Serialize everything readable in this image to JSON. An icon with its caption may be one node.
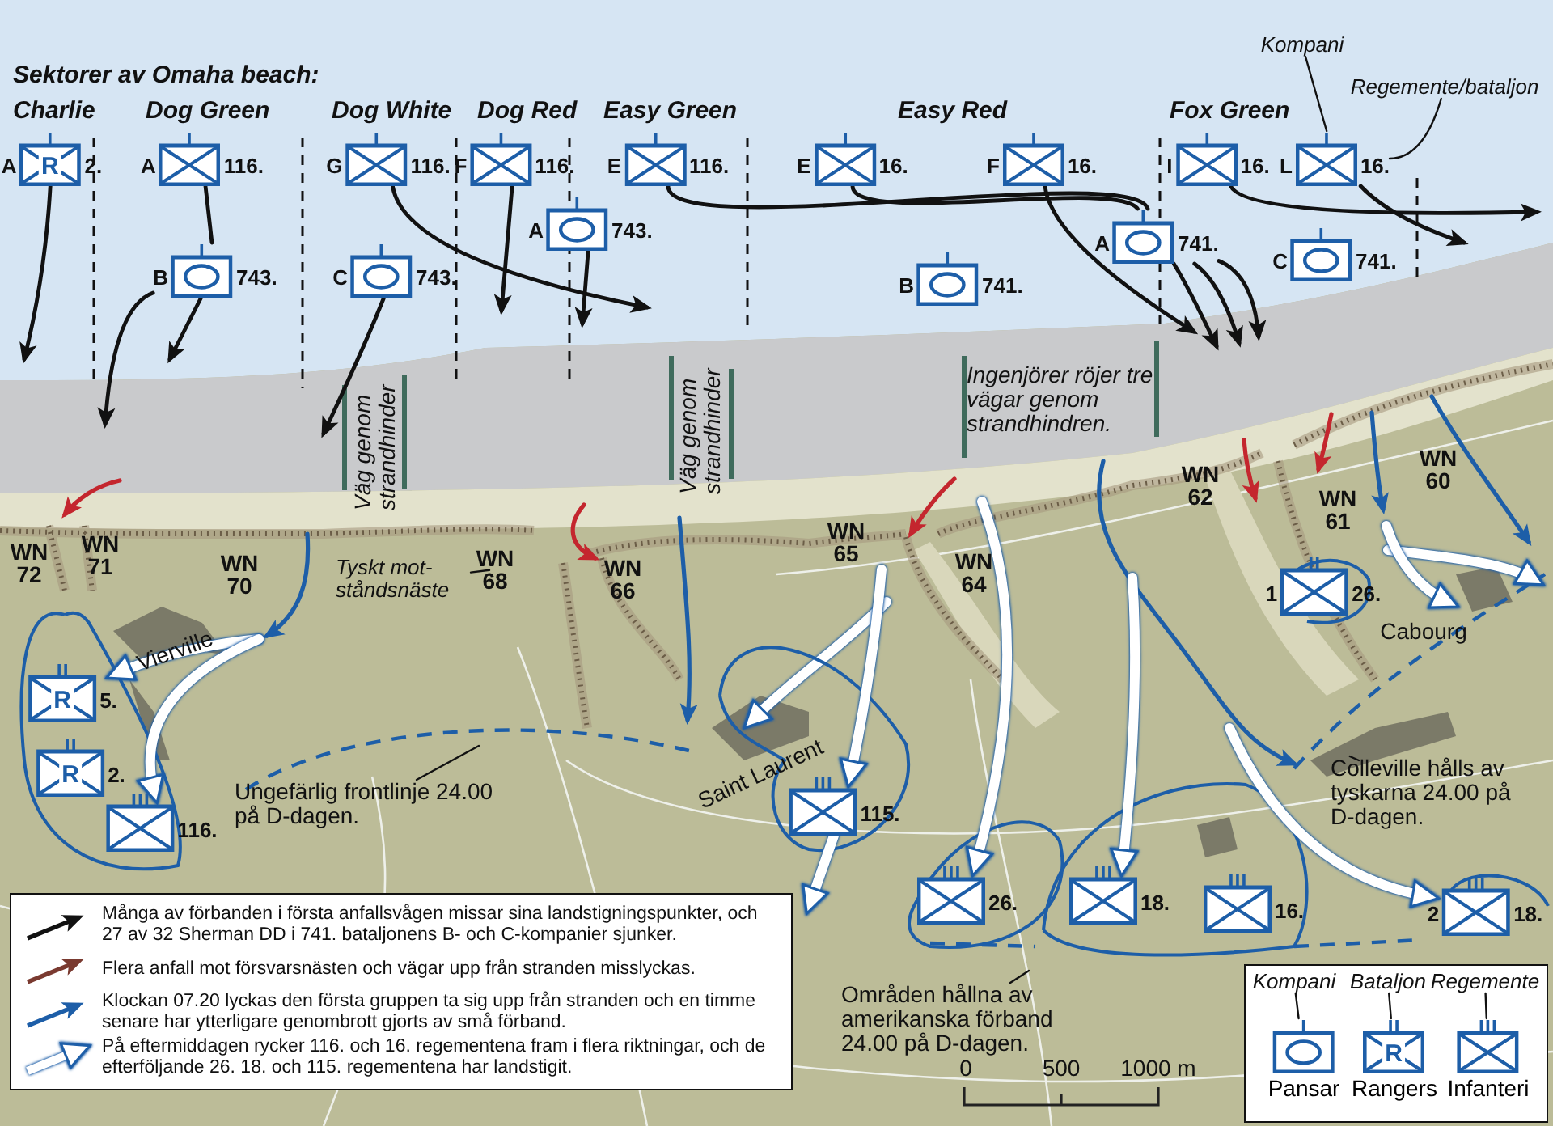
{
  "diagram": {
    "nodes": [
      {
        "text": [
          "A",
          "R",
          "2."
        ]
      },
      {
        "text": [
          "A",
          "116."
        ]
      },
      {
        "text": [
          "B",
          "743."
        ]
      },
      {
        "text": [
          "G",
          "116."
        ]
      },
      {
        "text": [
          "C",
          "743."
        ]
      },
      {
        "text": [
          "F",
          "116."
        ]
      },
      {
        "text": [
          "A",
          "743."
        ]
      },
      {
        "text": [
          "E",
          "116."
        ]
      },
      {
        "text": [
          "E",
          "16."
        ]
      },
      {
        "text": [
          "B",
          "741."
        ]
      },
      {
        "text": [
          "F",
          "16."
        ]
      },
      {
        "text": [
          "A",
          "741."
        ]
      },
      {
        "text": [
          "I",
          "16."
        ]
      },
      {
        "text": [
          "L",
          "16."
        ]
      },
      {
        "text": [
          "C",
          "741."
        ]
      },
      {
        "text": [
          "Kompani"
        ]
      },
      {
        "text": [
          "Regemente/bataljon"
        ]
      },
      {
        "text": [
          "WN 68"
        ]
      },
      {
        "text": [
          "Tyskt mot- ståndsnäste"
        ]
      },
      {
        "text": [
          "R",
          "5."
        ]
      },
      {
        "text": [
          "R",
          "2."
        ]
      },
      {
        "text": [
          "116."
        ]
      },
      {
        "text": [
          "Ungefärlig frontlinje 24.00 på D-dagen."
        ]
      },
      {
        "text": [
          "115."
        ]
      },
      {
        "text": [
          "26."
        ]
      },
      {
        "text": [
          "18."
        ]
      },
      {
        "text": [
          "16."
        ]
      },
      {
        "text": [
          "2",
          "18."
        ]
      },
      {
        "text": [
          "1",
          "26."
        ]
      },
      {
        "text": [
          "Colleville hålls av tyskarna 24.00 på D-dagen."
        ]
      },
      {
        "text": [
          "Områden hållna av amerikanska förband 24.00 på D-dagen."
        ]
      },
      {
        "text": [],
        "shape": "box"
      },
      {
        "text": [
          "Kompani"
        ],
        "in": 31
      },
      {
        "text": [
          "Bataljon"
        ],
        "in": 31
      },
      {
        "text": [
          "Regemente"
        ],
        "in": 31
      },
      {
        "text": [],
        "shape": "box",
        "beside": [
          "Pansar"
        ],
        "in": 31
      },
      {
        "text": [
          "R"
        ],
        "beside": [
          "Rangers"
        ],
        "in": 31
      },
      {
        "text": [],
        "shape": "box",
        "beside": [
          "Infanteri"
        ],
        "in": 31
      }
    ],
    "edges": [
      {
        "from": 0,
        "to": null,
        "arrow": "to"
      },
      {
        "from": 1,
        "to": 2,
        "arrow": "none"
      },
      {
        "from": 2,
        "to": null,
        "arrow": "to"
      },
      {
        "from": 2,
        "to": null,
        "arrow": "to"
      },
      {
        "from": 3,
        "to": null,
        "arrow": "to"
      },
      {
        "from": 4,
        "to": null,
        "arrow": "to"
      },
      {
        "from": 5,
        "to": null,
        "arrow": "to"
      },
      {
        "from": 6,
        "to": null,
        "arrow": "to"
      },
      {
        "from": 7,
        "to": 11,
        "arrow": "none"
      },
      {
        "from": 8,
        "to": 11,
        "arrow": "none"
      },
      {
        "from": 10,
        "to": null,
        "arrow": "to"
      },
      {
        "from": 11,
        "to": null,
        "arrow": "to"
      },
      {
        "from": 11,
        "to": null,
        "arrow": "to"
      },
      {
        "from": 11,
        "to": null,
        "arrow": "to"
      },
      {
        "from": 12,
        "to": null,
        "arrow": "to"
      },
      {
        "from": 13,
        "to": null,
        "arrow": "to"
      },
      {
        "from": 15,
        "to": 13,
        "arrow": "none"
      },
      {
        "from": 16,
        "to": 13,
        "arrow": "none"
      },
      {
        "from": 18,
        "to": 17,
        "arrow": "none"
      },
      {
        "from": null,
        "to": 19,
        "arrow": "to",
        "style": "thick",
        "color": "#ffffff"
      },
      {
        "from": null,
        "to": 21,
        "arrow": "to",
        "style": "thick",
        "color": "#ffffff"
      },
      {
        "from": 22,
        "to": null,
        "arrow": "none"
      },
      {
        "from": null,
        "to": 23,
        "arrow": "to",
        "style": "thick",
        "color": "#ffffff"
      },
      {
        "from": 23,
        "to": null,
        "arrow": "to",
        "style": "thick",
        "color": "#ffffff"
      },
      {
        "from": null,
        "to": 24,
        "arrow": "to",
        "style": "thick",
        "color": "#ffffff"
      },
      {
        "from": null,
        "to": 25,
        "arrow": "to",
        "style": "thick",
        "color": "#ffffff"
      },
      {
        "from": null,
        "to": 27,
        "arrow": "to",
        "style": "thick",
        "color": "#ffffff"
      },
      {
        "from": 29,
        "to": null,
        "arrow": "none"
      },
      {
        "from": 30,
        "to": null,
        "arrow": "none"
      },
      {
        "from": 32,
        "to": 35,
        "arrow": "none"
      },
      {
        "from": 33,
        "to": 36,
        "arrow": "none"
      },
      {
        "from": 34,
        "to": 37,
        "arrow": "none"
      }
    ],
    "labels": [
      "Sektorer av Omaha beach:",
      "Charlie",
      "Dog Green",
      "Dog White",
      "Dog Red",
      "Easy Green",
      "Easy Red",
      "Fox Green",
      "Väg genom strandhinder",
      "Väg genom strandhinder",
      "Ingenjörer röjer tre vägar genom strandhindren.",
      "WN 72",
      "WN 71",
      "WN 70",
      "WN 66",
      "WN 65",
      "WN 64",
      "WN 62",
      "WN 61",
      "WN 60",
      "Vierville",
      "Saint Laurent",
      "Cabourg",
      "0",
      "500",
      "1000 m"
    ],
    "legend": [
      {
        "text": "Många av förbanden i första anfallsvågen missar sina landstigningspunkter, och 27 av 32 Sherman DD i 741. bataljonens B- och C-kompanier sjunker."
      },
      {
        "text": "Flera anfall mot försvarsnästen och vägar upp från stranden misslyckas."
      },
      {
        "text": "Klockan 07.20 lyckas den första gruppen ta sig upp från stranden och en timme senare har ytterligare genombrott gjorts av små förband."
      },
      {
        "text": "På eftermiddagen rycker 116. och 16. regementena fram i flera riktningar, och de efterföljande 26. 18. och 115. regementena har landstigit."
      }
    ]
  }
}
